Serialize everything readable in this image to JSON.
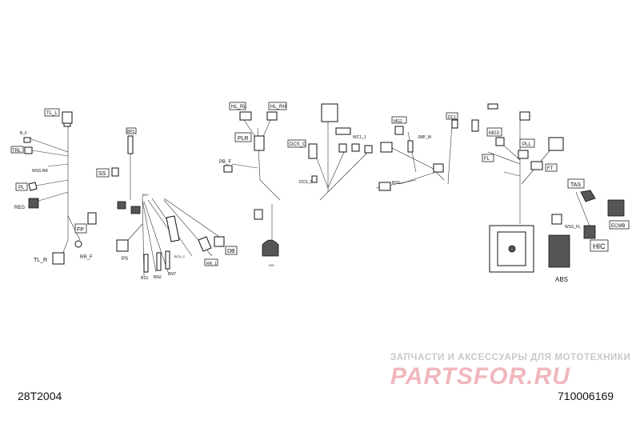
{
  "diagram_code": "28T2004",
  "part_number": "710006169",
  "watermark": {
    "tagline": "ЗАПЧАСТИ И АКСЕССУАРЫ ДЛЯ МОТОТЕХНИКИ",
    "logo": "PARTSFOR.RU"
  },
  "connectors": {
    "tl_l": "TL_L",
    "b_f": "B_F",
    "trl": "TRL",
    "wss_rr": "WSS RR",
    "pl": "PL",
    "reg": "REG",
    "tl_r": "TL_R",
    "rr_f": "RR_F",
    "fp": "FP",
    "ss": "SS",
    "bp1": "BP1",
    "bp2": "BP2",
    "ps": "PS",
    "bs1": "BS1",
    "bn2": "BN2",
    "bnt": "BNT",
    "bcs_c": "BCS_C",
    "rr_1": "RR_1",
    "db": "DB",
    "dis": "DIS",
    "hl_rl": "HL_RL",
    "hl_rh": "HL_RH",
    "plr": "PLR",
    "pb_f": "PB_F",
    "dcs_c": "DCS_C",
    "dcs_1": "DCS_1",
    "wc1_1": "WC1_1",
    "mg2": "MG2",
    "jmp_m": "JMP_M",
    "dc1": "DC1",
    "bss": "BSS",
    "mg3": "MG3",
    "pll": "PLL",
    "fl": "FL",
    "ft": "FT",
    "tas": "TAS",
    "ecmb": "ECMB",
    "wss_fl": "WSS_FL",
    "hic": "HIC",
    "abs": "ABS"
  }
}
